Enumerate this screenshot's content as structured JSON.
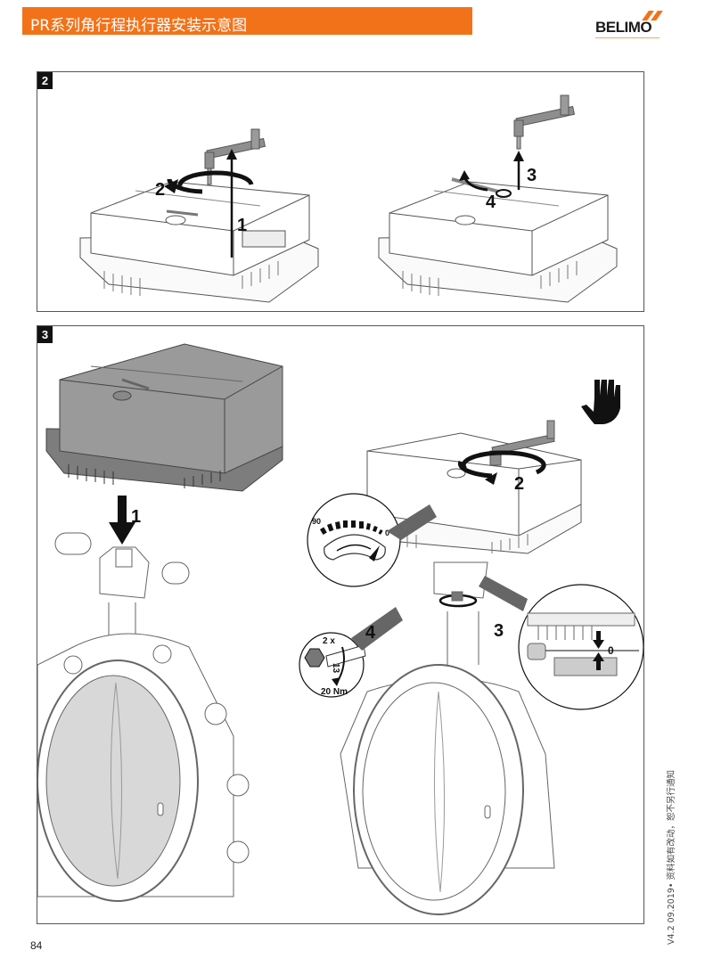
{
  "header": {
    "title": "PR系列角行程执行器安装示意图",
    "accent_color": "#f27219",
    "brand_logo": "BELIMO"
  },
  "panels": [
    {
      "number": "2",
      "figures": [
        {
          "name": "remove-crank-step",
          "callouts": [
            "2",
            "1"
          ],
          "icons": [
            "rotate-arrow-icon",
            "up-arrow-icon",
            "hand-crank-icon",
            "actuator-icon"
          ]
        },
        {
          "name": "store-crank-step",
          "callouts": [
            "3",
            "4"
          ],
          "icons": [
            "up-arrow-icon",
            "curved-arrow-icon",
            "hand-crank-icon",
            "actuator-icon"
          ]
        }
      ]
    },
    {
      "number": "3",
      "figures": [
        {
          "name": "mount-actuator-step",
          "callouts": [
            "1"
          ],
          "icons": [
            "down-arrow-icon",
            "actuator-icon",
            "butterfly-valve-icon"
          ]
        },
        {
          "name": "align-and-fasten-step",
          "callouts": [
            "2",
            "3",
            "4"
          ],
          "icons": [
            "hand-stop-icon",
            "rotate-arrow-icon",
            "butterfly-valve-icon"
          ],
          "position_indicator_detail": {
            "scale_max": "90",
            "scale_min": "0"
          },
          "alignment_detail": {
            "zero_mark": "0"
          },
          "torque_detail": {
            "repeat": "2 x",
            "wrench_size": "13",
            "torque": "20 Nm"
          }
        }
      ]
    }
  ],
  "footer": {
    "page_number": "84",
    "version_note": "V4.2 09.2019• 资料如有改动，恕不另行通知"
  }
}
